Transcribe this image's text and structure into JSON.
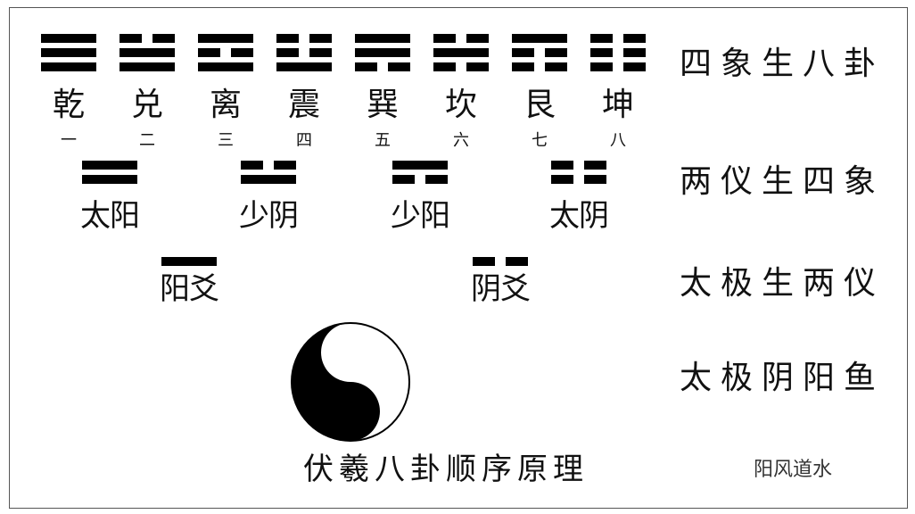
{
  "trigrams": [
    {
      "name": "乾",
      "number": "一",
      "lines": [
        "solid",
        "solid",
        "solid"
      ]
    },
    {
      "name": "兑",
      "number": "二",
      "lines": [
        "broken",
        "solid",
        "solid"
      ]
    },
    {
      "name": "离",
      "number": "三",
      "lines": [
        "solid",
        "broken",
        "solid"
      ]
    },
    {
      "name": "震",
      "number": "四",
      "lines": [
        "broken",
        "broken",
        "solid"
      ]
    },
    {
      "name": "巽",
      "number": "五",
      "lines": [
        "solid",
        "solid",
        "broken"
      ]
    },
    {
      "name": "坎",
      "number": "六",
      "lines": [
        "broken",
        "solid",
        "broken"
      ]
    },
    {
      "name": "艮",
      "number": "七",
      "lines": [
        "solid",
        "broken",
        "broken"
      ]
    },
    {
      "name": "坤",
      "number": "八",
      "lines": [
        "broken",
        "broken",
        "broken"
      ]
    }
  ],
  "four_images": [
    {
      "label": "太阳",
      "lines": [
        "solid",
        "solid"
      ]
    },
    {
      "label": "少阴",
      "lines": [
        "broken",
        "solid"
      ]
    },
    {
      "label": "少阳",
      "lines": [
        "solid",
        "broken"
      ]
    },
    {
      "label": "太阴",
      "lines": [
        "broken",
        "broken"
      ]
    }
  ],
  "two_modes": [
    {
      "label": "阳爻",
      "lines": [
        "solid"
      ]
    },
    {
      "label": "阴爻",
      "lines": [
        "broken"
      ]
    }
  ],
  "right_labels": {
    "row1": "四象生八卦",
    "row2": "两仪生四象",
    "row3": "太极生两仪",
    "row4": "太极阴阳鱼"
  },
  "caption": "伏羲八卦顺序原理",
  "watermark": "阳风道水"
}
